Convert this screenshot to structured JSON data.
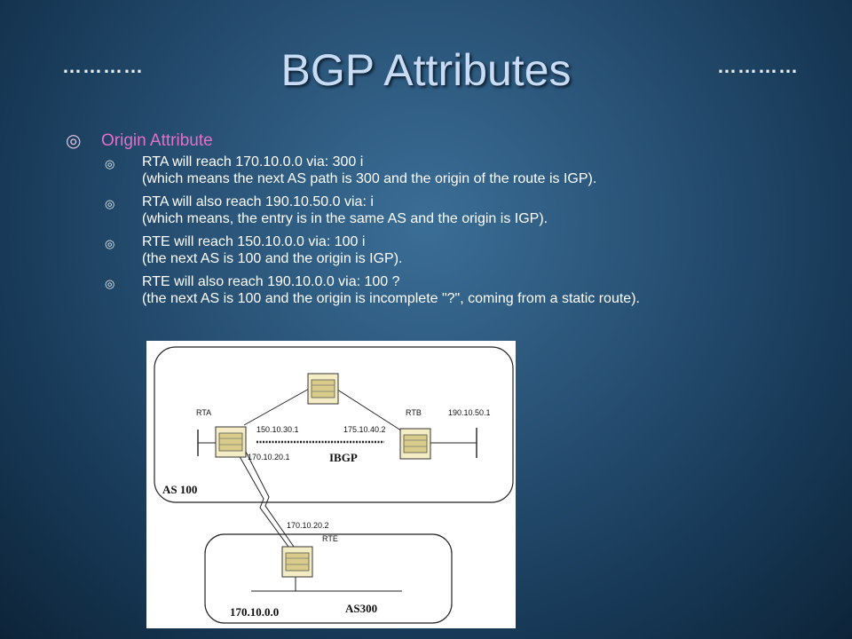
{
  "slide": {
    "title": "BGP Attributes",
    "dots_left": "…………",
    "dots_right": "…………"
  },
  "heading": {
    "label": "Origin Attribute"
  },
  "items": [
    {
      "line1": "RTA will reach 170.10.0.0 via: 300 i",
      "line2": "(which means the next AS path is 300 and the origin of the route is IGP)."
    },
    {
      "line1": "RTA will also reach 190.10.50.0 via: i",
      "line2": "(which means, the entry is in the same AS and the origin is IGP)."
    },
    {
      "line1": "RTE will reach 150.10.0.0 via: 100 i",
      "line2": "(the next AS is 100 and the origin is IGP)."
    },
    {
      "line1": "RTE will also reach 190.10.0.0 via: 100 ?",
      "line2": "(the next AS is 100 and the origin is incomplete \"?\", coming from a static route)."
    }
  ],
  "diagram": {
    "rta": "RTA",
    "rtb": "RTB",
    "rte": "RTE",
    "ip_rta_ibgp": "150.10.30.1",
    "ip_rtb_ibgp": "175.10.40.2",
    "ip_rtb_lan": "190.10.50.1",
    "ip_rta_ebgp": "170.10.20.1",
    "ip_rte_ebgp": "170.10.20.2",
    "ibgp": "IBGP",
    "as100": "AS 100",
    "as300": "AS300",
    "net_rte": "170.10.0.0"
  },
  "colors": {
    "heading": "#e070c8",
    "title": "#c9dcf6"
  }
}
